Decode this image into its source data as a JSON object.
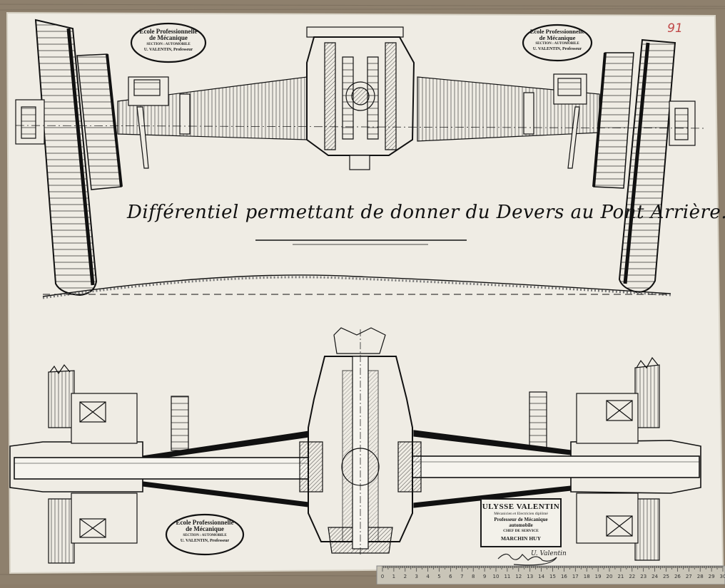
{
  "title": "Différentiel permettant de donner du Devers au Pont Arrière.",
  "corner_number": "91",
  "stamps": [
    {
      "line1": "Ecole Professionnelle",
      "line2": "de Mécanique",
      "line3": "SECTION : AUTOMOBILE",
      "line4": "U. VALENTIN, Professeur"
    },
    {
      "line1": "Ecole Professionnelle",
      "line2": "de Mécanique",
      "line3": "SECTION : AUTOMOBILE",
      "line4": "U. VALENTIN, Professeur"
    },
    {
      "line1": "Ecole Professionnelle",
      "line2": "de Mécanique",
      "line3": "SECTION : AUTOMOBILE",
      "line4": "U. VALENTIN, Professeur"
    }
  ],
  "label_box": {
    "name": "ULYSSE VALENTIN",
    "subtitle": "Mécanicien et Electricien diplômé",
    "role": "Professeur de Mécanique automobile",
    "service": "CHEF DE SERVICE",
    "place": "MARCHIN HUY"
  },
  "signature": "U. Valentin",
  "ruler_numbers": [
    "0",
    "1",
    "2",
    "3",
    "4",
    "5",
    "6",
    "7",
    "8",
    "9",
    "10",
    "11",
    "12",
    "13",
    "14",
    "15",
    "16",
    "17",
    "18",
    "19",
    "20",
    "21",
    "22",
    "23",
    "24",
    "25",
    "26",
    "27",
    "28",
    "29",
    "30"
  ],
  "colors": {
    "paper": "#efece4",
    "ink": "#1a1a1a",
    "table": "#8c7d6a",
    "pencil": "#c04848"
  }
}
